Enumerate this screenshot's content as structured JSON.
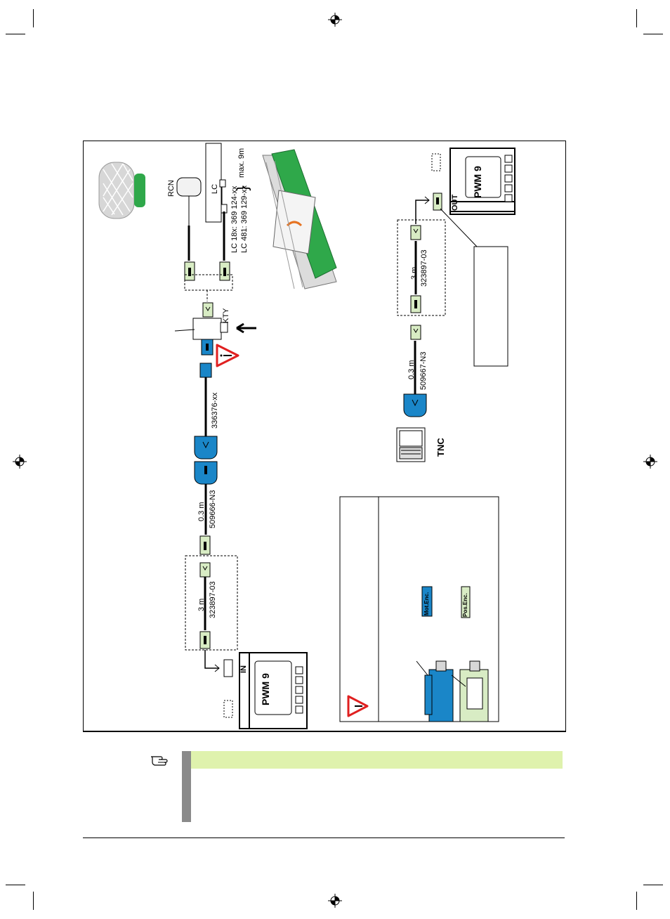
{
  "diagram": {
    "labels": {
      "rcn": "RCN",
      "lc": "LC",
      "lc_parts": "LC 18x: 369 124-xx",
      "lc_parts_2": "LC 481: 369 129-xx",
      "max_length": "max. 9m",
      "kty": "KTY",
      "cable_top_right": "336376-xx",
      "adapter_length": "0.3 m",
      "adapter_part": "509666-N3",
      "ext_length_left": "3 m",
      "ext_part_left": "323897-03",
      "ext_length_right": "3 m",
      "ext_part_right": "323897-03",
      "tnc_cable_length": "0.3 m",
      "tnc_cable_part": "509667-N3",
      "tnc": "TNC",
      "pwm_left": "PWM 9",
      "pwm_right": "PWM 9",
      "in": "IN",
      "out": "OUT",
      "mot_enc": "Mot.Enc.",
      "pos_enc": "Pos.Enc."
    },
    "colors": {
      "blue_connector": "#1a86c8",
      "green_connector": "#d8ecc4",
      "green_device": "#2fa84a",
      "warning_red": "#e02020"
    }
  },
  "note": {
    "band_color": "#dff2ad",
    "bar_color": "#8a8a8a",
    "icon": "pointing-hand-icon"
  }
}
